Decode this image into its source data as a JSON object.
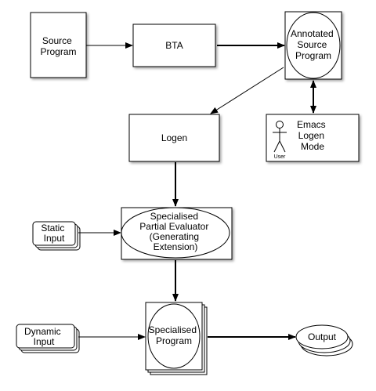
{
  "nodes": {
    "source_program": [
      "Source",
      "Program"
    ],
    "bta": [
      "BTA"
    ],
    "annotated_source": [
      "Annotated",
      "Source",
      "Program"
    ],
    "logen": [
      "Logen"
    ],
    "emacs_mode": [
      "Emacs",
      "Logen",
      "Mode"
    ],
    "user_label": "User",
    "static_input": [
      "Static",
      "Input"
    ],
    "partial_evaluator": [
      "Specialised",
      "Partial Evaluator",
      "(Generating",
      "Extension)"
    ],
    "dynamic_input": [
      "Dynamic",
      "Input"
    ],
    "specialised_program": [
      "Specialised",
      "Program"
    ],
    "output": [
      "Output"
    ]
  }
}
